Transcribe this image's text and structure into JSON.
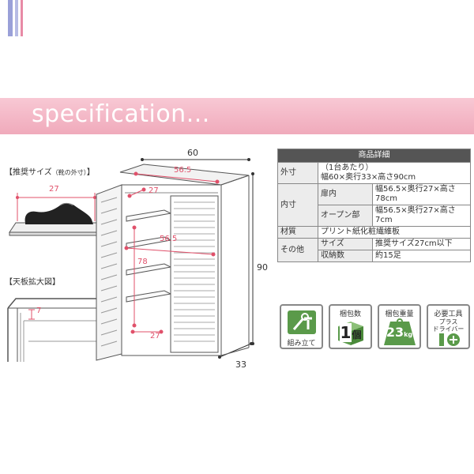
{
  "banner": {
    "title": "specification...",
    "colors": {
      "bar_purple": "#9aa0d8",
      "bar_pink": "#e88aa6",
      "band": "#f4b9c8"
    }
  },
  "left_panel": {
    "shoe_label": "【推奨サイズ",
    "shoe_label_small": "（靴の外寸）",
    "shoe_label_end": "】",
    "shoe_dim": "27",
    "top_label": "【天板拡大図】",
    "top_dim": "7"
  },
  "cabinet": {
    "width": "60",
    "height": "90",
    "depth": "33",
    "inner_width_top": "56.5",
    "inner_depth_top": "27",
    "inner_width_mid": "56.5",
    "inner_height": "78",
    "inner_depth_bottom": "27"
  },
  "spec_table": {
    "header": "商品詳細",
    "rows": {
      "outer_label": "外寸",
      "outer_value_1": "（1台あたり）",
      "outer_value_2": "幅60×奥行33×高さ90cm",
      "inner_label": "内寸",
      "inner_door_label": "扉内",
      "inner_door_value": "幅56.5×奥行27×高さ78cm",
      "inner_open_label": "オープン部",
      "inner_open_value": "幅56.5×奥行27×高さ7cm",
      "material_label": "材質",
      "material_value": "プリント紙化粧繊維板",
      "other_label": "その他",
      "size_label": "サイズ",
      "size_value": "推奨サイズ27cm以下",
      "capacity_label": "収納数",
      "capacity_value": "約15足"
    }
  },
  "icons": {
    "assembly": {
      "label": "組み立て",
      "color": "#5a9a4a"
    },
    "packages": {
      "label": "梱包数",
      "value": "1",
      "unit": "個"
    },
    "weight": {
      "label": "梱包重量",
      "value": "23",
      "unit": "kg"
    },
    "tools": {
      "label": "必要工具",
      "tool_1": "プラス",
      "tool_2": "ドライバー"
    }
  }
}
